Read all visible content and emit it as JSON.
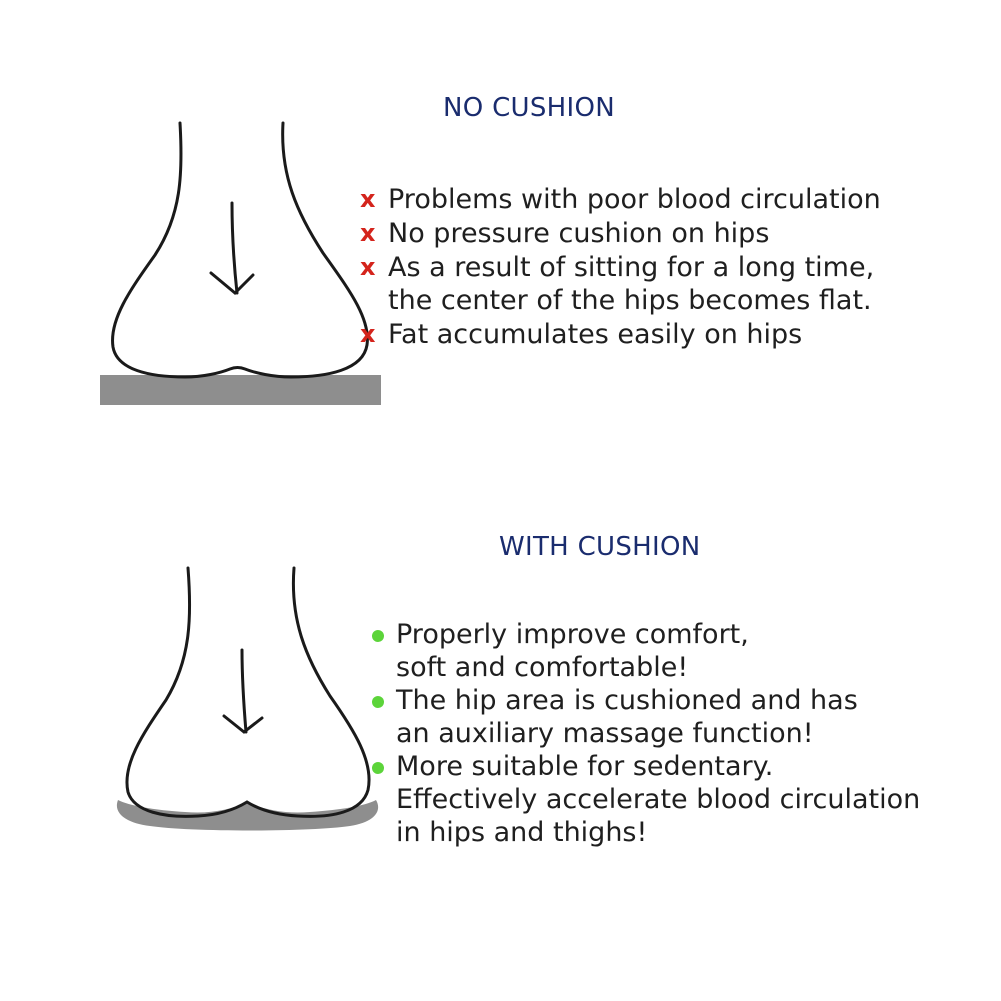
{
  "no_cushion": {
    "heading": "NO CUSHION",
    "marker": "x",
    "items": [
      {
        "lines": [
          "Problems with poor blood circulation"
        ]
      },
      {
        "lines": [
          "No pressure cushion on hips"
        ]
      },
      {
        "lines": [
          "As a result of sitting for a long time,",
          "the center of the hips becomes flat."
        ]
      },
      {
        "lines": [
          "Fat accumulates easily on hips"
        ]
      }
    ]
  },
  "with_cushion": {
    "heading": "WITH CUSHION",
    "items": [
      {
        "lines": [
          "Properly improve comfort,",
          "soft and comfortable!"
        ]
      },
      {
        "lines": [
          "The hip area is cushioned and has",
          "an auxiliary massage function!"
        ]
      },
      {
        "lines": [
          "More suitable for sedentary.",
          "Effectively accelerate blood circulation",
          "in hips and thighs!"
        ]
      }
    ]
  },
  "colors": {
    "heading": "#1a2c6e",
    "x_mark": "#d4241c",
    "dot_mark": "#5cd43a",
    "surface": "#8e8e8e"
  }
}
